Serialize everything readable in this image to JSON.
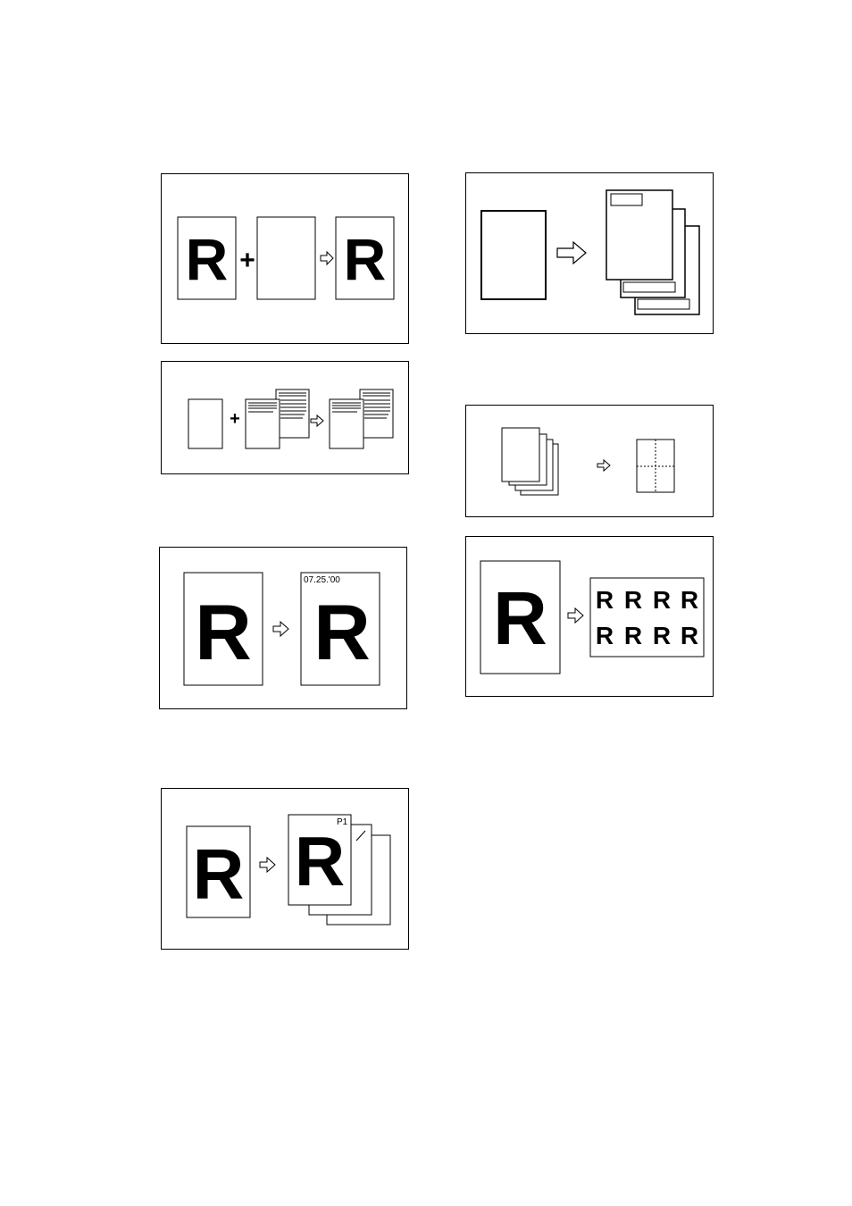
{
  "glyphs": {
    "letter": "R",
    "plus": "+"
  },
  "panels": {
    "date_stamp": {
      "date_text": "07.25.'00"
    },
    "page_numbering": {
      "page_label": "P1"
    }
  },
  "icons": {
    "arrow": "hollow-right-arrow-icon",
    "plus": "plus-icon",
    "document": "document-page-icon"
  },
  "colors": {
    "line": "#000000",
    "background": "#ffffff"
  }
}
